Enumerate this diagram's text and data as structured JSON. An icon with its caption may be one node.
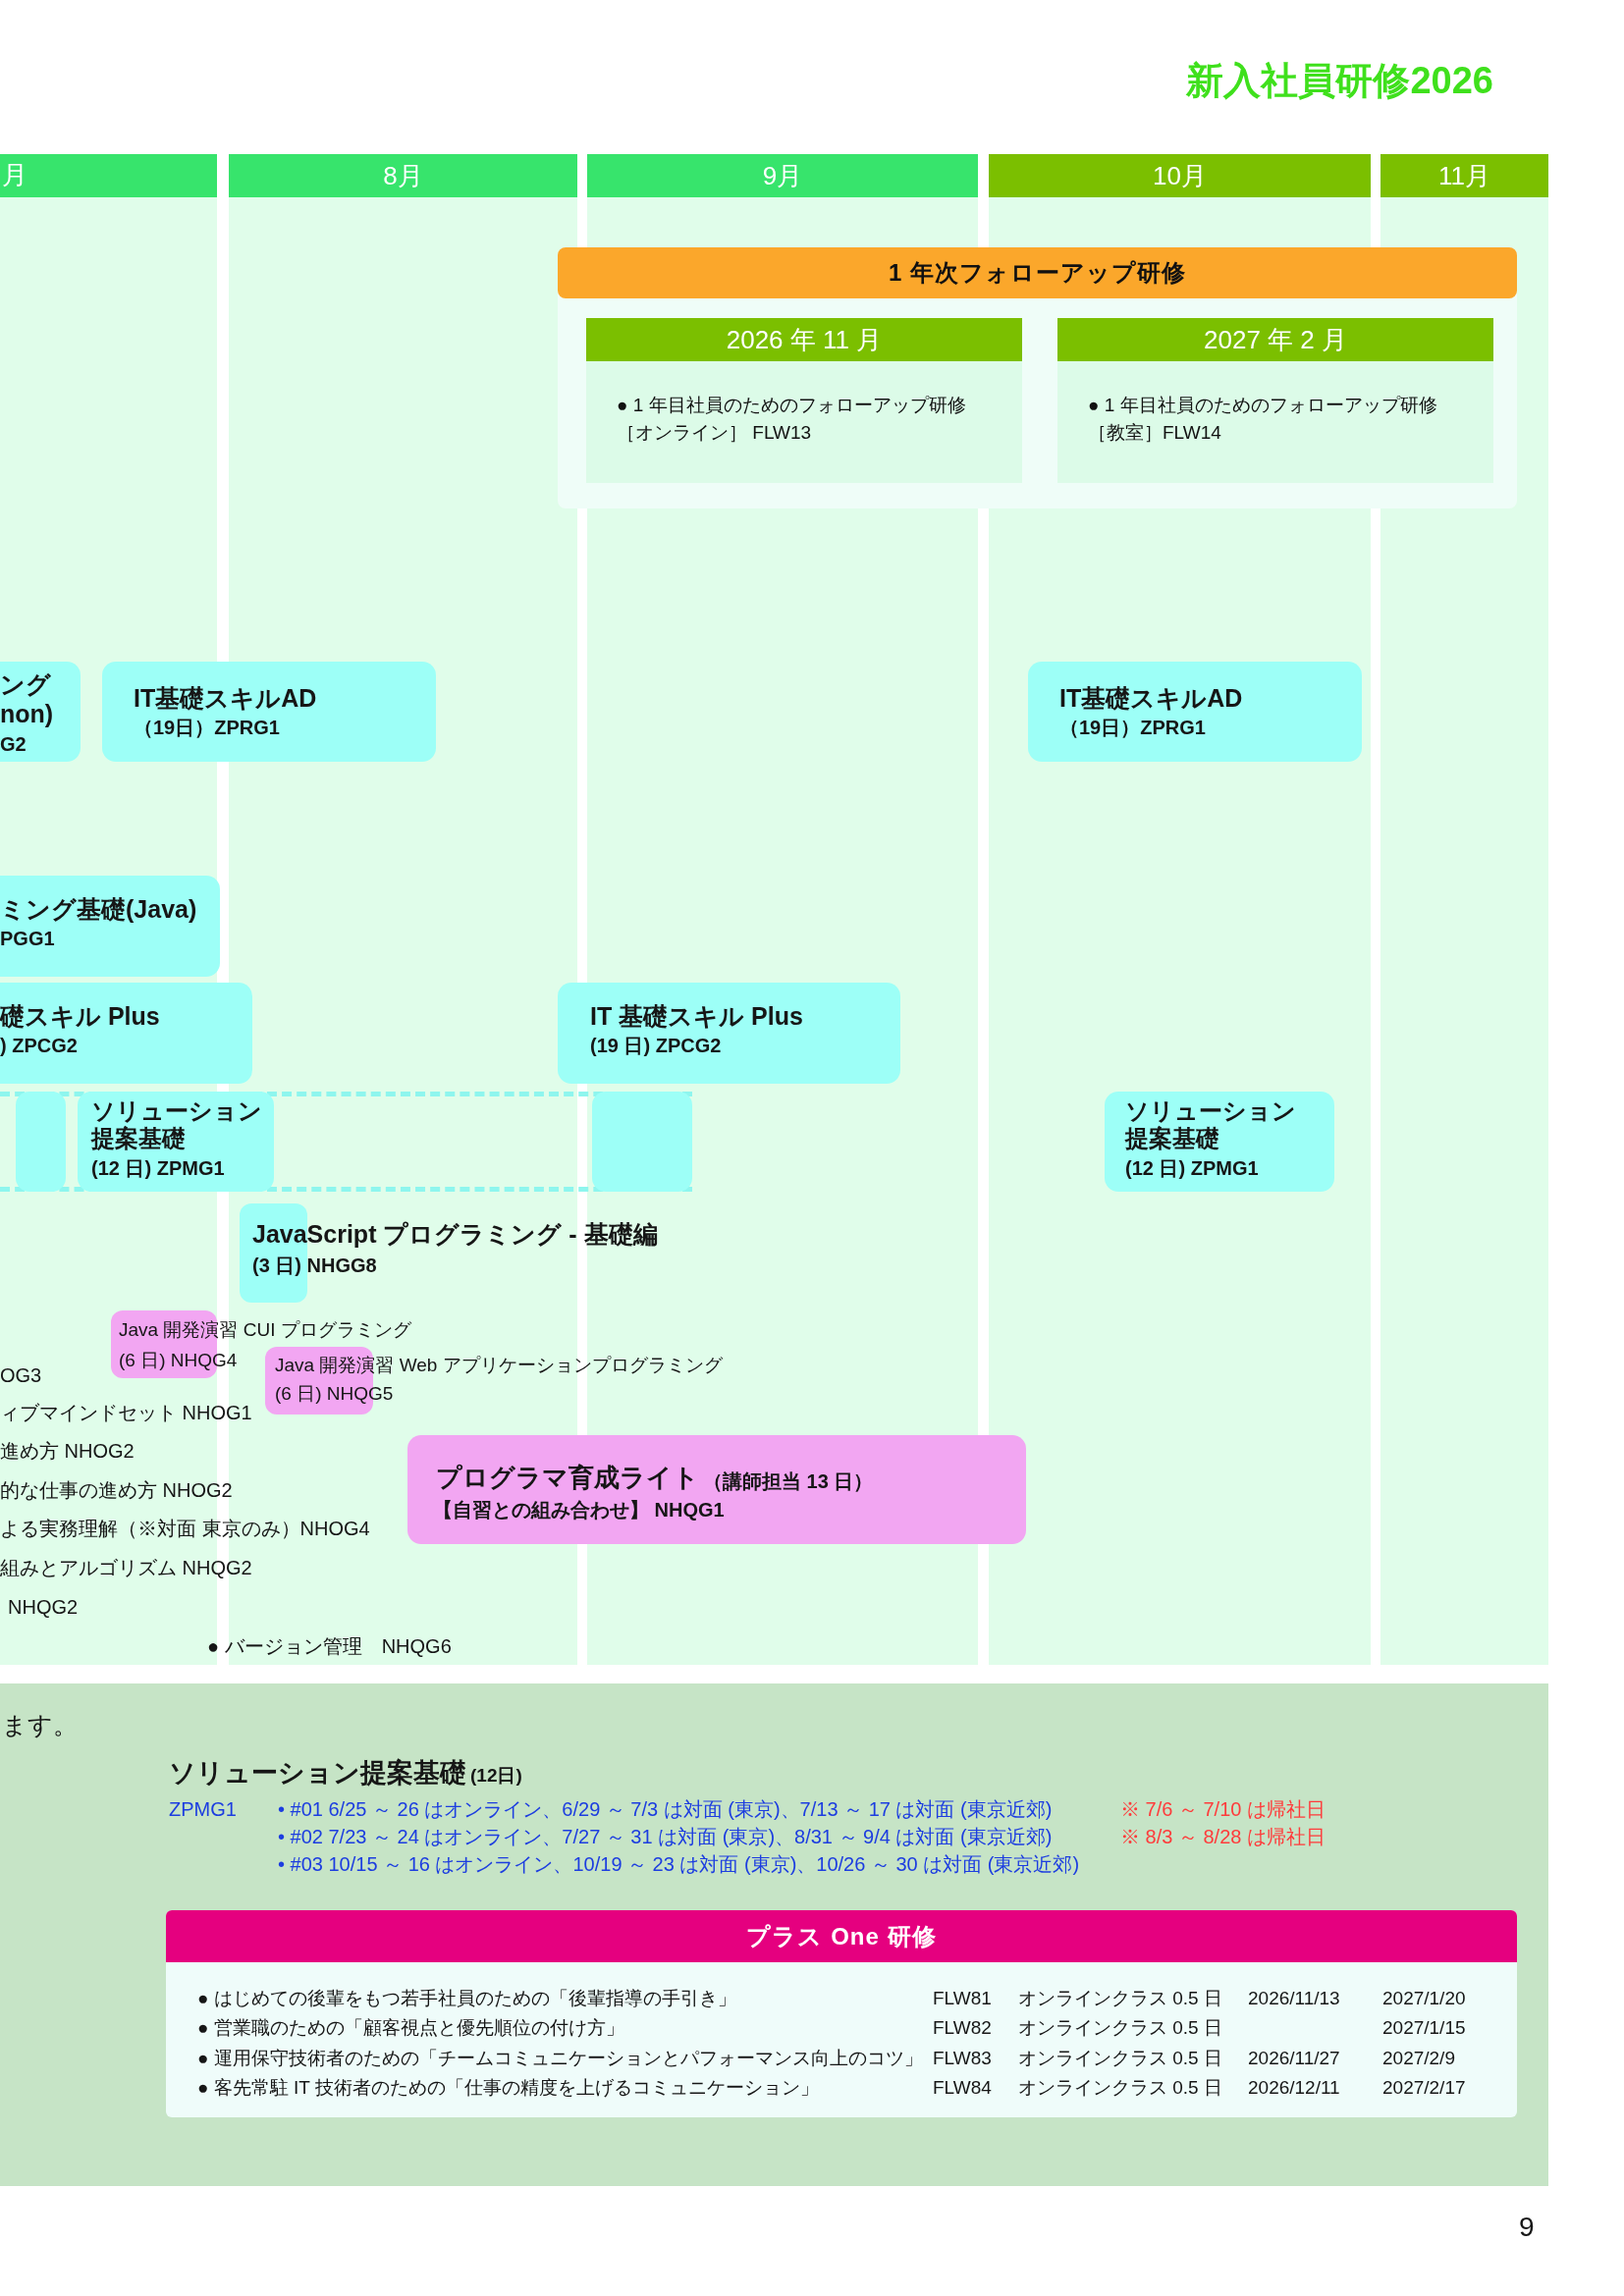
{
  "diagram": {
    "title": "新入社員研修2026",
    "nodes": [
      {
        "text": [
          "月"
        ]
      },
      {
        "text": [
          "8月"
        ]
      },
      {
        "text": [
          "9月"
        ]
      },
      {
        "text": [
          "10月"
        ]
      },
      {
        "text": [
          "11月"
        ]
      },
      {
        "text": [
          "1 年次フォローアップ研修"
        ]
      },
      {
        "text": [
          "2026 年 11 月",
          "● 1 年目社員のためのフォローアップ研修［オンライン］ FLW13"
        ],
        "in": 5
      },
      {
        "text": [
          "2027 年 2 月",
          "● 1 年目社員のためのフォローアップ研修［教室］FLW14"
        ],
        "in": 5
      },
      {
        "text": [
          "ングnon)",
          "G2"
        ]
      },
      {
        "text": [
          "IT基礎スキルAD",
          "（19日）ZPRG1"
        ]
      },
      {
        "text": [
          "IT基礎スキルAD",
          "（19日）ZPRG1"
        ]
      },
      {
        "text": [
          "ミング基礎(Java)",
          "PGG1"
        ]
      },
      {
        "text": [
          "礎スキル Plus",
          ") ZPCG2"
        ]
      },
      {
        "text": [
          "IT 基礎スキル Plus",
          "(19 日) ZPCG2"
        ]
      },
      {
        "text": [],
        "shape": "box"
      },
      {
        "text": [],
        "shape": "box",
        "in": 14
      },
      {
        "text": [
          "ソリューション提案基礎",
          "(12 日) ZPMG1"
        ],
        "in": 14
      },
      {
        "text": [],
        "shape": "box",
        "in": 14
      },
      {
        "text": [
          "ソリューション提案基礎",
          "(12 日) ZPMG1"
        ]
      },
      {
        "text": [
          "JavaScript プログラミング - 基礎編",
          "(3 日) NHGG8"
        ]
      },
      {
        "text": [
          "Java 開発演習 CUI プログラミング",
          "(6 日) NHQG4"
        ]
      },
      {
        "text": [
          "Java 開発演習 Web アプリケーションプログラミング",
          "(6 日) NHQG5"
        ]
      },
      {
        "text": [
          "プログラマ育成ライト",
          "（講師担当 13 日）",
          "【自習との組み合わせ】 NHQG1"
        ]
      },
      {
        "text": [
          "ます。",
          "ソリューション提案基礎",
          "(12日)",
          "ZPMG1",
          "• #01 6/25 ～ 26 はオンライン、6/29 ～ 7/3 は対面 (東京)、7/13 ～ 17 は対面 (東京近郊)",
          "※ 7/6 ～ 7/10 は帰社日",
          "• #02 7/23 ～ 24 はオンライン、7/27 ～ 31 は対面 (東京)、8/31 ～ 9/4 は対面 (東京近郊)",
          "※ 8/3 ～ 8/28 は帰社日",
          "• #03 10/15 ～ 16 はオンライン、10/19 ～ 23 は対面 (東京)、10/26 ～ 30 は対面 (東京近郊)"
        ]
      },
      {
        "text": [
          "プラス One 研修",
          "● はじめての後輩をもつ若手社員のための「後輩指導の手引き」",
          "FLW81",
          "オンラインクラス 0.5 日",
          "2026/11/13",
          "2027/1/20",
          "● 営業職のための「顧客視点と優先順位の付け方」",
          "FLW82",
          "オンラインクラス 0.5 日",
          "2027/1/15",
          "● 運用保守技術者のための「チームコミュニケーションとパフォーマンス向上のコツ」",
          "FLW83",
          "オンラインクラス 0.5 日",
          "2026/11/27",
          "2027/2/9",
          "● 客先常駐 IT 技術者のための「仕事の精度を上げるコミュニケーション」",
          "FLW84",
          "オンラインクラス 0.5 日",
          "2026/12/11",
          "2027/2/17"
        ],
        "in": 23
      }
    ],
    "labels": [
      "OG3",
      "ィブマインドセット NHOG1",
      "進め方 NHOG2",
      "的な仕事の進め方 NHOG2",
      "よる実務理解（※対面 東京のみ）NHOG4",
      "組みとアルゴリズム NHQG2",
      "NHQG2",
      "● バージョン管理　NHQG6",
      "9"
    ]
  }
}
